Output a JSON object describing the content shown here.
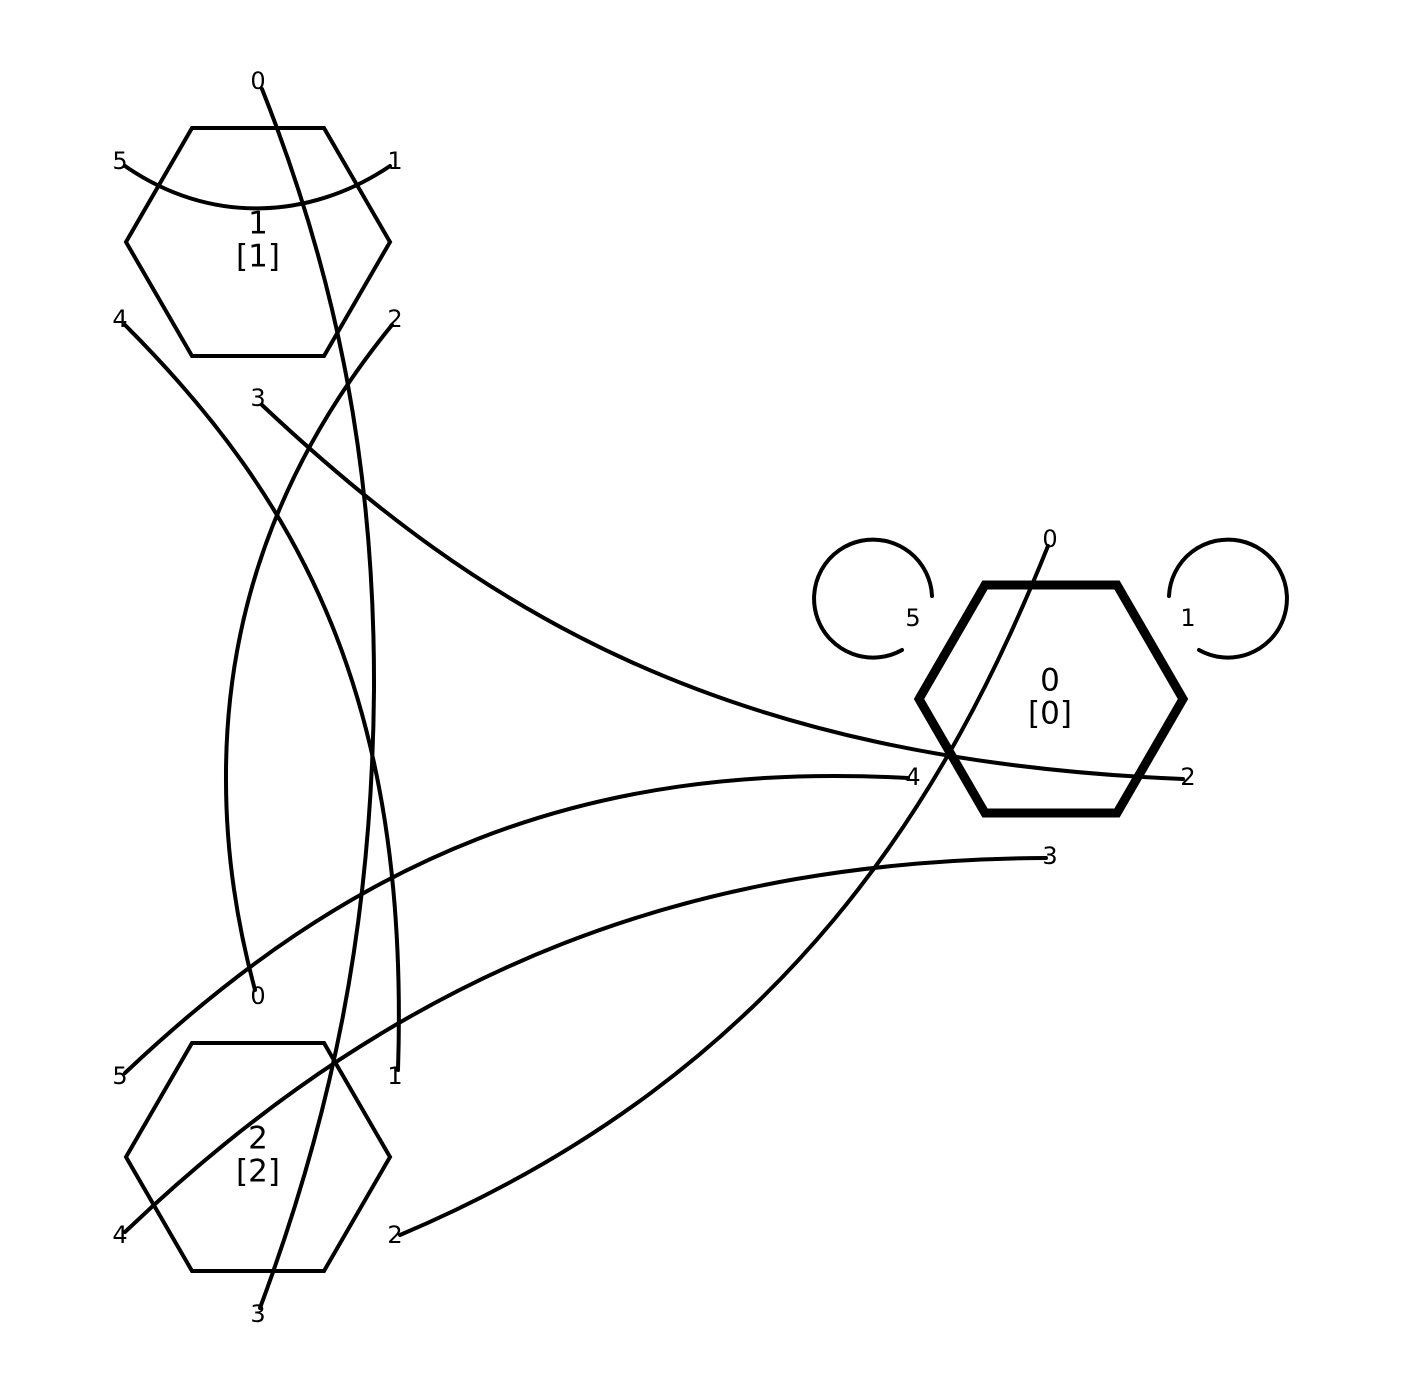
{
  "nodes": [
    {
      "id": "node-0",
      "name": "0",
      "sub": "[0]",
      "highlighted": true,
      "ports": [
        "0",
        "1",
        "2",
        "3",
        "4",
        "5"
      ]
    },
    {
      "id": "node-1",
      "name": "1",
      "sub": "[1]",
      "highlighted": false,
      "ports": [
        "0",
        "1",
        "2",
        "3",
        "4",
        "5"
      ]
    },
    {
      "id": "node-2",
      "name": "2",
      "sub": "[2]",
      "highlighted": false,
      "ports": [
        "0",
        "1",
        "2",
        "3",
        "4",
        "5"
      ]
    }
  ],
  "edges": [
    {
      "from": "node-1.port-0",
      "to": "node-2.port-3"
    },
    {
      "from": "node-1.port-1",
      "to": "node-1.port-5"
    },
    {
      "from": "node-1.port-2",
      "to": "node-2.port-0"
    },
    {
      "from": "node-1.port-3",
      "to": "node-0.port-2"
    },
    {
      "from": "node-1.port-4",
      "to": "node-2.port-1"
    },
    {
      "from": "node-0.port-0",
      "to": "node-2.port-2"
    },
    {
      "from": "node-0.port-3",
      "to": "node-2.port-4"
    },
    {
      "from": "node-0.port-4",
      "to": "node-2.port-5"
    },
    {
      "from": "node-0.port-5",
      "to": "node-0.port-5",
      "loop": true
    },
    {
      "from": "node-0.port-1",
      "to": "node-0.port-1",
      "loop": true
    }
  ]
}
